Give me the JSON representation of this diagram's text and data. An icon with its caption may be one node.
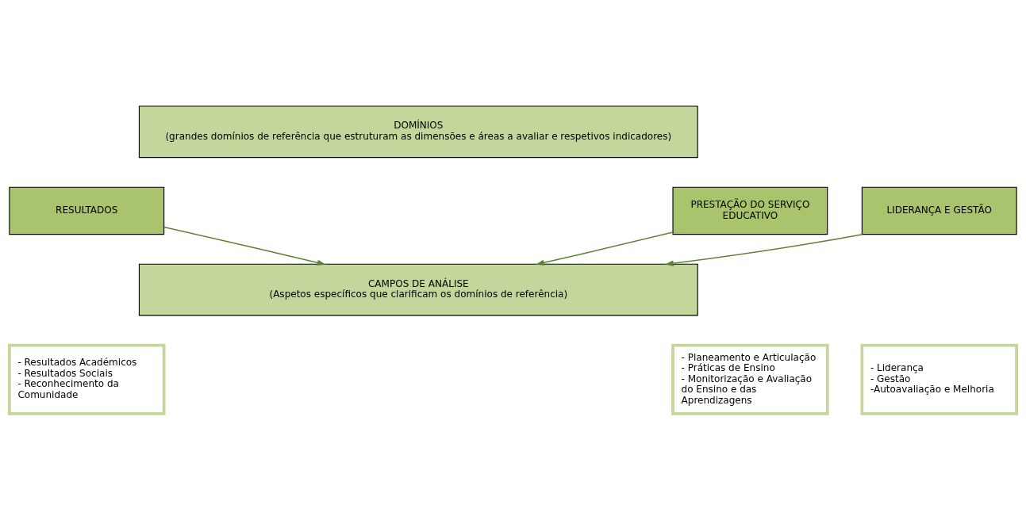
{
  "diagram": {
    "nodes": [
      {
        "text": [
          "DOMÍNIOS",
          "(grandes domínios de referência que estruturam as dimensões e áreas a avaliar e respetivos indicadores)"
        ]
      },
      {
        "text": [
          "RESULTADOS"
        ]
      },
      {
        "text": [
          "PRESTAÇÃO DO SERVIÇO EDUCATIVO"
        ]
      },
      {
        "text": [
          "LIDERANÇA E GESTÃO"
        ]
      },
      {
        "text": [
          "CAMPOS DE ANÁLISE",
          "(Aspetos específicos que clarificam os domínios de referência)"
        ]
      },
      {
        "text": [
          "- Resultados Académicos",
          "- Resultados Sociais",
          "- Reconhecimento da Comunidade"
        ]
      },
      {
        "text": [
          "- Planeamento e Articulação",
          "- Práticas de Ensino",
          "- Monitorização e Avaliação do Ensino e das Aprendizagens"
        ]
      },
      {
        "text": [
          "- Liderança",
          "- Gestão",
          "-Autoavaliação e Melhoria"
        ]
      }
    ],
    "edges": [
      {
        "from": 1,
        "to": 4,
        "arrow": "to"
      },
      {
        "from": 2,
        "to": 4,
        "arrow": "to"
      },
      {
        "from": 3,
        "to": 4,
        "arrow": "to"
      }
    ]
  }
}
